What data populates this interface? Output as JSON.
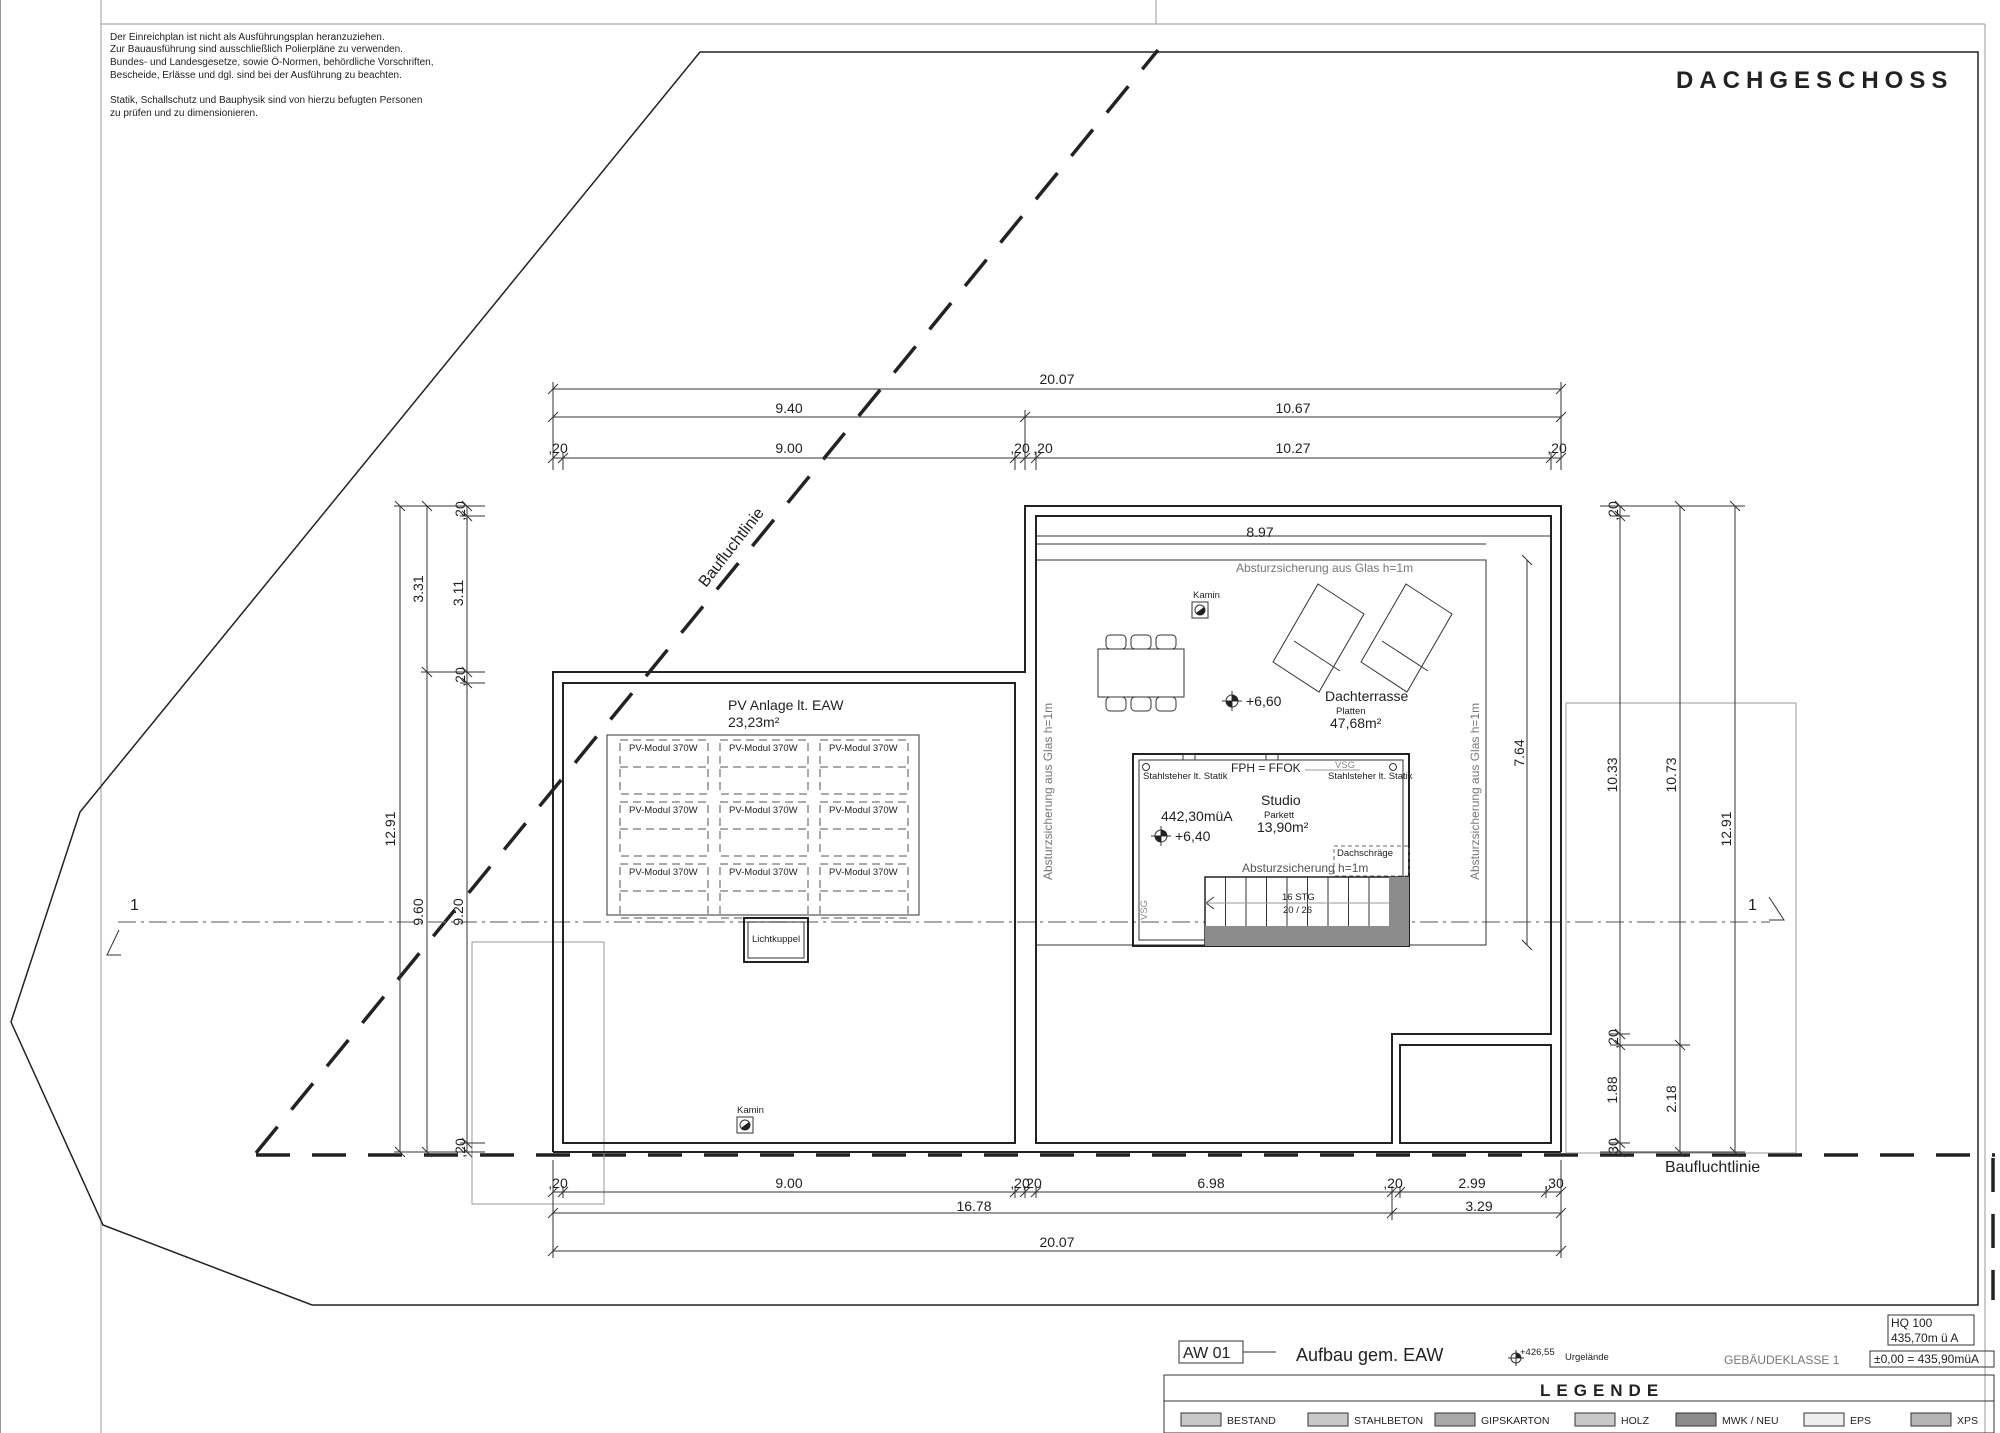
{
  "sheet": {
    "title": "DACHGESCHOSS",
    "notes": [
      "Der Einreichplan ist nicht als Ausführungsplan heranzuziehen.",
      "Zur Bauausführung sind ausschließlich Polierpläne zu verwenden.",
      "Bundes- und Landesgesetze, sowie Ö-Normen, behördliche Vorschriften,",
      "Bescheide, Erlässe und dgl. sind bei der Ausführung zu beachten.",
      "",
      "Statik, Schallschutz und Bauphysik sind von hierzu befugten Personen",
      "zu prüfen und zu dimensionieren."
    ]
  },
  "lines": {
    "baufluchtlinie_diag": "Baufluchtlinie",
    "baufluchtlinie_bottom": "Baufluchtlinie",
    "section_left": "1",
    "section_right": "1"
  },
  "dims_top": {
    "overall": "20.07",
    "left_total": "9.40",
    "right_total": "10.67",
    "l_wall": ",20",
    "l_room": "9.00",
    "m_wall_a": ",20",
    "m_wall_b": ",20",
    "r_room": "10.27",
    "r_wall": ",20"
  },
  "dims_bottom": {
    "l_wall": ",20",
    "l_room": "9.00",
    "m_wall_a": ",20",
    "m_wall_b": ",20",
    "r_room": "6.98",
    "r_wall": ",20",
    "notch": "2.99",
    "end_wall": ",30",
    "sub_total": "16.78",
    "notch_total": "3.29",
    "overall": "20.07"
  },
  "dims_left": {
    "top_wall": ",20",
    "upper": "3.31",
    "upper_inner": "3.11",
    "mid_wall": ",20",
    "total": "12.91",
    "lower": "9.60",
    "lower_inner": "9.20",
    "bottom_wall": ",20"
  },
  "dims_right": {
    "top_wall": ",20",
    "terrace_depth": "7.64",
    "inner": "10.33",
    "outer": "10.73",
    "total": "12.91",
    "mid_wall": ",20",
    "notch_inner": "1.88",
    "notch_outer": "2.18",
    "bottom_wall": ",30"
  },
  "left_roof": {
    "pv_title": "PV Anlage lt. EAW",
    "pv_area": "23,23m²",
    "pv_modules": [
      "PV-Modul 370W",
      "PV-Modul 370W",
      "PV-Modul 370W",
      "PV-Modul 370W",
      "PV-Modul 370W",
      "PV-Modul 370W",
      "PV-Modul 370W",
      "PV-Modul 370W",
      "PV-Modul 370W"
    ],
    "skylight": "Lichtkuppel",
    "chimney": "Kamin"
  },
  "terrace": {
    "width": "8.97",
    "railing_top": "Absturzsicherung aus Glas  h=1m",
    "railing_left": "Absturzsicherung aus Glas  h=1m",
    "railing_right": "Absturzsicherung aus Glas  h=1m",
    "chimney": "Kamin",
    "level": "+6,60",
    "name": "Dachterrasse",
    "floor": "Platten",
    "area": "47,68m²"
  },
  "studio": {
    "fph": "FPH = FFOK",
    "vsg": "VSG",
    "vsg_side": "VSG",
    "steel_left": "Stahlsteher lt. Statik",
    "steel_right": "Stahlsteher lt. Statik",
    "name": "Studio",
    "floor": "Parkett",
    "area": "13,90m²",
    "absolute_level": "442,30müA",
    "level": "+6,40",
    "slope": "Dachschräge",
    "railing": "Absturzsicherung   h=1m",
    "stair_count": "16 STG",
    "stair_size": "20 / 26"
  },
  "footer": {
    "code": "AW 01",
    "aufbau": "Aufbau gem. EAW",
    "ground_level": "+426,55",
    "ground_label": "Urgelände",
    "class": "GEBÄUDEKLASSE 1",
    "hq_line1": "HQ 100",
    "hq_line2": "435,70m ü A",
    "zero": "±0,00 = 435,90müA",
    "legend_title": "LEGENDE",
    "legend": [
      {
        "label": "BESTAND",
        "color": "#c8c8c8"
      },
      {
        "label": "STAHLBETON",
        "color": "#c8c8c8"
      },
      {
        "label": "GIPSKARTON",
        "color": "#a8a8a8"
      },
      {
        "label": "HOLZ",
        "color": "#c8c8c8"
      },
      {
        "label": "MWK / NEU",
        "color": "#8c8c8c"
      },
      {
        "label": "EPS",
        "color": "#eeeeee"
      },
      {
        "label": "XPS",
        "color": "#b4b4b4"
      }
    ]
  }
}
